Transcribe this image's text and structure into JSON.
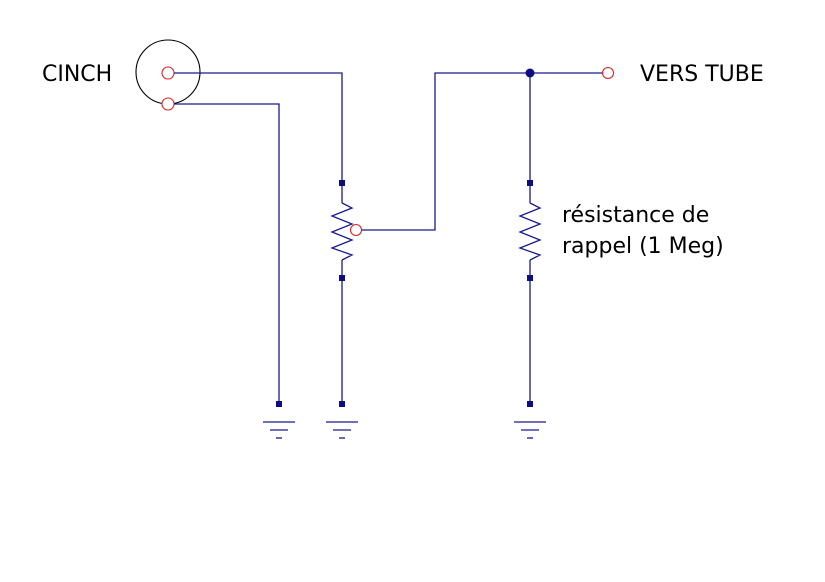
{
  "labels": {
    "input": "CINCH",
    "output": "VERS TUBE",
    "resistor_line1": "résistance de",
    "resistor_line2": "rappel (1 Meg)"
  },
  "colors": {
    "wire": "#1a1a8c",
    "pin": "#0d0d80",
    "terminal": "#e02020",
    "text": "#000000",
    "background": "#ffffff"
  }
}
